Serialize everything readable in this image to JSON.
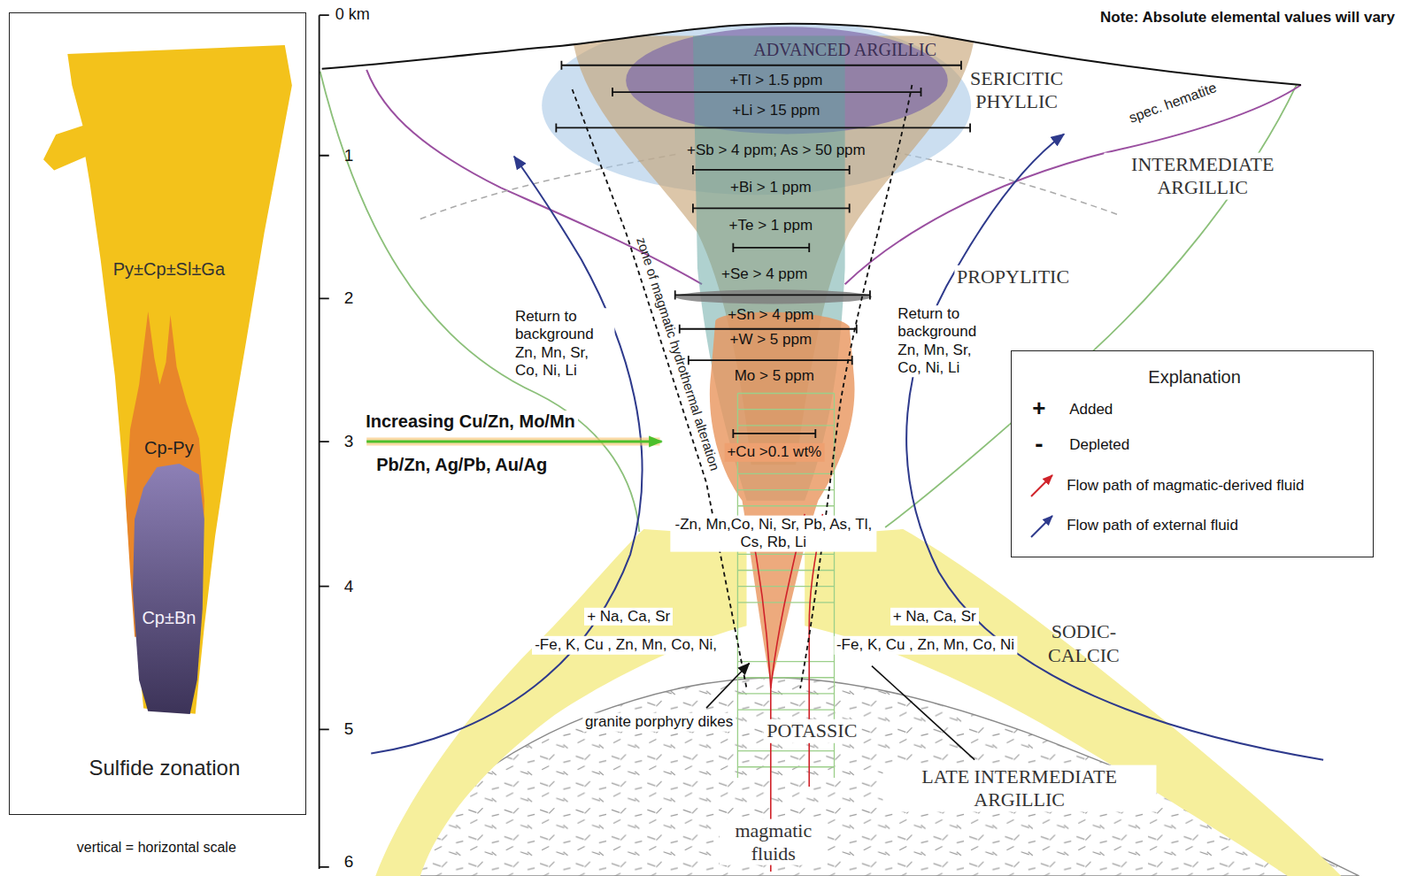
{
  "diagram": {
    "nodes": [
      {
        "text": [
          "Sulfide zonation"
        ]
      },
      {
        "text": [
          "Py±Cp±Sl±Ga"
        ],
        "in": 0
      },
      {
        "text": [
          "Cp-Py"
        ],
        "in": 1
      },
      {
        "text": [
          "Cp±Bn"
        ],
        "in": 1
      },
      {
        "text": [
          "Explanation"
        ]
      }
    ],
    "labels": [
      "0 km",
      "1",
      "2",
      "3",
      "4",
      "5",
      "6",
      "vertical = horizontal scale",
      "Note: Absolute elemental values will vary",
      "ADVANCED ARGILLIC",
      "SERICITIC PHYLLIC",
      "spec. hematite",
      "INTERMEDIATE ARGILLIC",
      "+Tl > 1.5 ppm",
      "+Li > 15 ppm",
      "+Sb > 4 ppm; As > 50 ppm",
      "+Bi > 1 ppm",
      "+Te > 1 ppm",
      "+Se > 4 ppm",
      "zone of magmatic hydrothermal alteration",
      "PROPYLITIC",
      "Return to background Zn, Mn, Sr, Co, Ni, Li",
      "Return to background Zn, Mn, Sr, Co, Ni, Li",
      "+Sn > 4 ppm",
      "+W > 5 ppm",
      "Mo > 5 ppm",
      "Increasing Cu/Zn, Mo/Mn",
      "Pb/Zn, Ag/Pb, Au/Ag",
      "+Cu >0.1 wt%",
      "-Zn, Mn,Co, Ni, Sr, Pb, As, Tl, Cs, Rb, Li",
      "+ Na, Ca, Sr",
      "-Fe, K, Cu , Zn, Mn, Co, Ni,",
      "+ Na, Ca, Sr",
      "-Fe, K, Cu , Zn, Mn, Co, Ni",
      "SODIC- CALCIC",
      "granite porphyry dikes",
      "POTASSIC",
      "LATE INTERMEDIATE ARGILLIC",
      "magmatic fluids",
      "+",
      "-"
    ],
    "legend": [
      {
        "text": "Added"
      },
      {
        "text": "Depleted"
      },
      {
        "text": "Flow path of magmatic-derived fluid"
      },
      {
        "text": "Flow path of external fluid"
      }
    ]
  }
}
